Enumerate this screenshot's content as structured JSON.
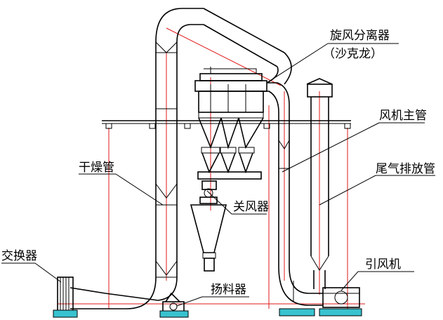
{
  "labels": {
    "cyclone_separator": "旋风分离器",
    "cyclone_separator_alias": "（沙克龙）",
    "fan_main_pipe": "风机主管",
    "drying_pipe": "干燥管",
    "exhaust_pipe": "尾气排放管",
    "air_lock": "关风器",
    "heat_exchanger": "交换器",
    "induced_fan": "引风机",
    "feeder": "扬料器"
  },
  "colors": {
    "line": "#000000",
    "centerline": "#e01818",
    "foundation": "#39c2cf"
  }
}
